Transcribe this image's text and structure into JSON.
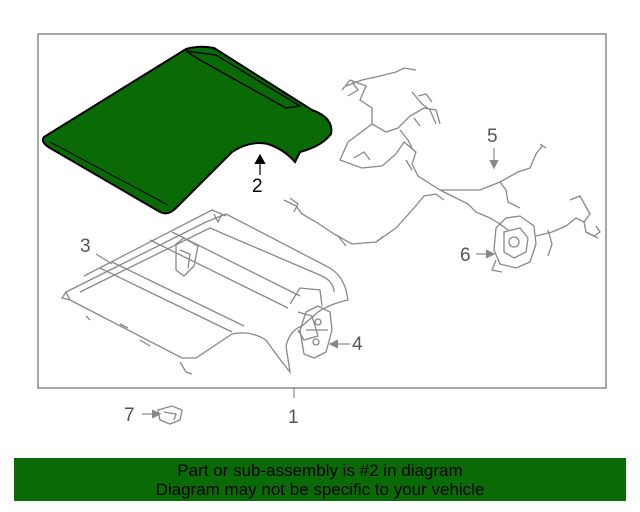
{
  "diagram": {
    "callouts": {
      "c1": "1",
      "c2": "2",
      "c3": "3",
      "c4": "4",
      "c5": "5",
      "c6": "6",
      "c7": "7"
    },
    "highlight_color": "#0a6b06",
    "line_color": "#888888"
  },
  "banner": {
    "line1": "Part or sub-assembly is #2 in diagram",
    "line2": "Diagram may not be specific to your vehicle",
    "background": "#0a6b06"
  }
}
